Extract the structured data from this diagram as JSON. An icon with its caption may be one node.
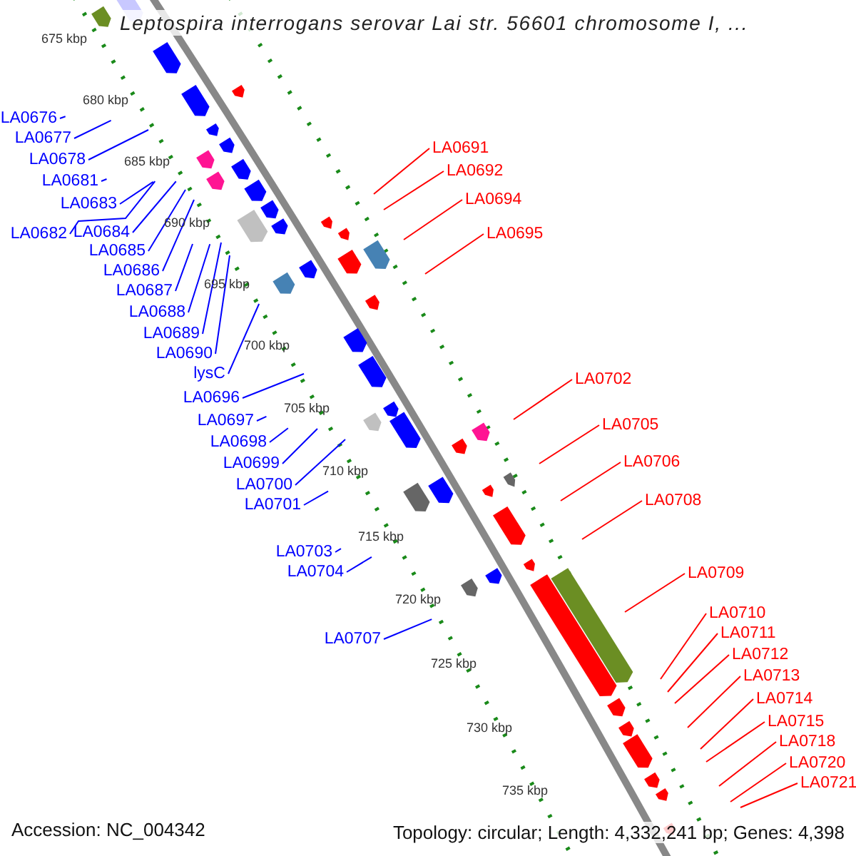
{
  "diagram": {
    "title": "Leptospira interrogans serovar Lai str. 56601 chromosome I, ...",
    "nodes": [
      {
        "text": [
          "LA0676"
        ]
      },
      {
        "text": [
          "LA0677"
        ]
      },
      {
        "text": [
          "LA0678"
        ]
      },
      {
        "text": [
          "LA0681"
        ]
      },
      {
        "text": [
          "LA0683"
        ]
      },
      {
        "text": [
          "LA0682"
        ]
      },
      {
        "text": [
          "LA0684"
        ]
      },
      {
        "text": [
          "LA0685"
        ]
      },
      {
        "text": [
          "LA0686"
        ]
      },
      {
        "text": [
          "LA0687"
        ]
      },
      {
        "text": [
          "LA0688"
        ]
      },
      {
        "text": [
          "LA0689"
        ]
      },
      {
        "text": [
          "LA0690"
        ]
      },
      {
        "text": [
          "lysC"
        ]
      },
      {
        "text": [
          "LA0696"
        ]
      },
      {
        "text": [
          "LA0697"
        ]
      },
      {
        "text": [
          "LA0698"
        ]
      },
      {
        "text": [
          "LA0699"
        ]
      },
      {
        "text": [
          "LA0700"
        ]
      },
      {
        "text": [
          "LA0701"
        ]
      },
      {
        "text": [
          "LA0703"
        ]
      },
      {
        "text": [
          "LA0704"
        ]
      },
      {
        "text": [
          "LA0707"
        ]
      },
      {
        "text": [
          "LA0691"
        ]
      },
      {
        "text": [
          "LA0692"
        ]
      },
      {
        "text": [
          "LA0694"
        ]
      },
      {
        "text": [
          "LA0695"
        ]
      },
      {
        "text": [
          "LA0702"
        ]
      },
      {
        "text": [
          "LA0705"
        ]
      },
      {
        "text": [
          "LA0706"
        ]
      },
      {
        "text": [
          "LA0708"
        ]
      },
      {
        "text": [
          "LA0709"
        ]
      },
      {
        "text": [
          "LA0710"
        ]
      },
      {
        "text": [
          "LA0711"
        ]
      },
      {
        "text": [
          "LA0712"
        ]
      },
      {
        "text": [
          "LA0713"
        ]
      },
      {
        "text": [
          "LA0714"
        ]
      },
      {
        "text": [
          "LA0715"
        ]
      },
      {
        "text": [
          "LA0718"
        ]
      },
      {
        "text": [
          "LA0720"
        ]
      },
      {
        "text": [
          "LA0721"
        ]
      }
    ],
    "edges": [
      {
        "from": 0,
        "to": null,
        "arrow": "none"
      },
      {
        "from": 1,
        "to": null,
        "arrow": "none"
      },
      {
        "from": 2,
        "to": null,
        "arrow": "none"
      },
      {
        "from": 3,
        "to": null,
        "arrow": "none"
      },
      {
        "from": 4,
        "to": null,
        "arrow": "none"
      },
      {
        "from": 5,
        "to": null,
        "arrow": "none"
      },
      {
        "from": 6,
        "to": null,
        "arrow": "none"
      },
      {
        "from": 7,
        "to": null,
        "arrow": "none"
      },
      {
        "from": 8,
        "to": null,
        "arrow": "none"
      },
      {
        "from": 9,
        "to": null,
        "arrow": "none"
      },
      {
        "from": 10,
        "to": null,
        "arrow": "none"
      },
      {
        "from": 11,
        "to": null,
        "arrow": "none"
      },
      {
        "from": 12,
        "to": null,
        "arrow": "none"
      },
      {
        "from": 13,
        "to": null,
        "arrow": "none"
      },
      {
        "from": 14,
        "to": null,
        "arrow": "none"
      },
      {
        "from": 15,
        "to": null,
        "arrow": "none"
      },
      {
        "from": 16,
        "to": null,
        "arrow": "none"
      },
      {
        "from": 17,
        "to": null,
        "arrow": "none"
      },
      {
        "from": 18,
        "to": null,
        "arrow": "none"
      },
      {
        "from": 19,
        "to": null,
        "arrow": "none"
      },
      {
        "from": 20,
        "to": null,
        "arrow": "none"
      },
      {
        "from": 21,
        "to": null,
        "arrow": "none"
      },
      {
        "from": 22,
        "to": null,
        "arrow": "none"
      },
      {
        "from": 23,
        "to": null,
        "arrow": "none",
        "color": "#ff0000"
      },
      {
        "from": 24,
        "to": null,
        "arrow": "none",
        "color": "#ff0000"
      },
      {
        "from": 25,
        "to": null,
        "arrow": "none",
        "color": "#ff0000"
      },
      {
        "from": 26,
        "to": null,
        "arrow": "none",
        "color": "#ff0000"
      },
      {
        "from": 27,
        "to": null,
        "arrow": "none",
        "color": "#ff0000"
      },
      {
        "from": 28,
        "to": null,
        "arrow": "none",
        "color": "#ff0000"
      },
      {
        "from": 29,
        "to": null,
        "arrow": "none",
        "color": "#ff0000"
      },
      {
        "from": 30,
        "to": null,
        "arrow": "none",
        "color": "#ff0000"
      },
      {
        "from": 31,
        "to": null,
        "arrow": "none",
        "color": "#ff0000"
      },
      {
        "from": 32,
        "to": null,
        "arrow": "none",
        "color": "#ff0000"
      },
      {
        "from": 33,
        "to": null,
        "arrow": "none",
        "color": "#ff0000"
      },
      {
        "from": 34,
        "to": null,
        "arrow": "none",
        "color": "#ff0000"
      },
      {
        "from": 35,
        "to": null,
        "arrow": "none",
        "color": "#ff0000"
      },
      {
        "from": 36,
        "to": null,
        "arrow": "none",
        "color": "#ff0000"
      },
      {
        "from": 37,
        "to": null,
        "arrow": "none",
        "color": "#ff0000"
      },
      {
        "from": 38,
        "to": null,
        "arrow": "none",
        "color": "#ff0000"
      },
      {
        "from": 39,
        "to": null,
        "arrow": "none",
        "color": "#ff0000"
      },
      {
        "from": 40,
        "to": null,
        "arrow": "none",
        "color": "#ff0000"
      }
    ],
    "labels": [
      "675 kbp",
      "680 kbp",
      "685 kbp",
      "690 kbp",
      "695 kbp",
      "700 kbp",
      "705 kbp",
      "710 kbp",
      "715 kbp",
      "720 kbp",
      "725 kbp",
      "730 kbp",
      "735 kbp",
      "Accession: NC_004342",
      "Topology: circular; Length: 4,332,241 bp; Genes: 4,398"
    ]
  }
}
